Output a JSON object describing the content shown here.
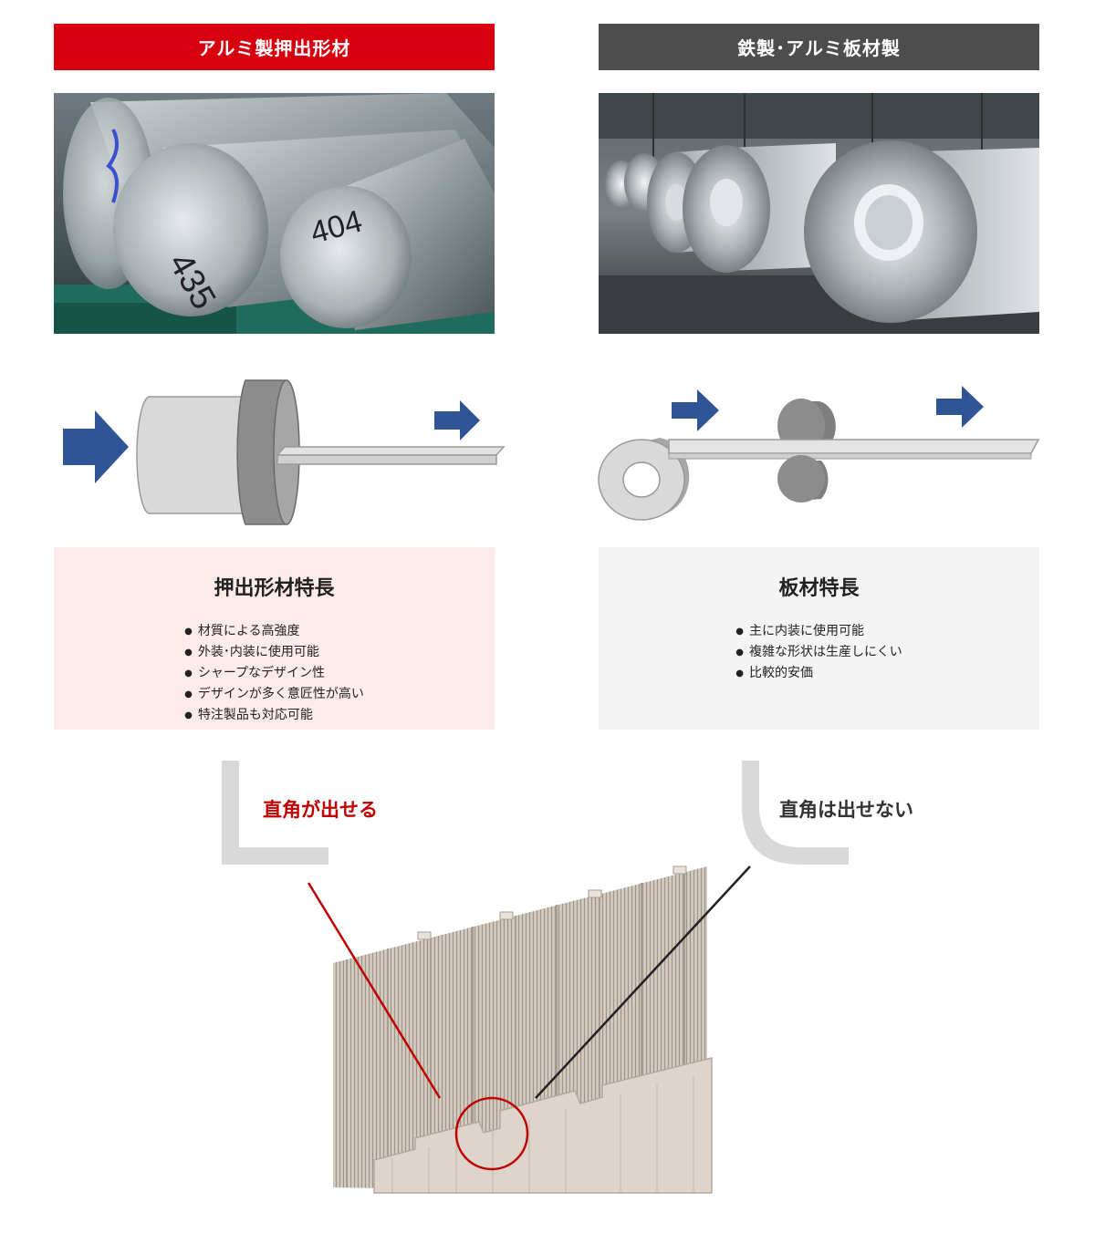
{
  "left": {
    "header": "アルミ製押出形材",
    "feature_title": "押出形材特長",
    "features": [
      "材質による高強度",
      "外装･内装に使用可能",
      "シャープなデザイン性",
      "デザインが多く意匠性が高い",
      "特注製品も対応可能"
    ],
    "photo_marks": [
      "435",
      "404"
    ],
    "corner_label": "直角が出せる"
  },
  "right": {
    "header": "鉄製･アルミ板材製",
    "feature_title": "板材特長",
    "features": [
      "主に内装に使用可能",
      "複雑な形状は生産しにくい",
      "比較的安価"
    ],
    "corner_label": "直角は出せない"
  },
  "colors": {
    "accent_red": "#d7000f",
    "header_gray": "#4d4d4d",
    "arrow_blue": "#2f5597",
    "left_box_bg": "#fdebec",
    "right_box_bg": "#f4f4f4",
    "panel_beige": "#cfc6bb"
  }
}
